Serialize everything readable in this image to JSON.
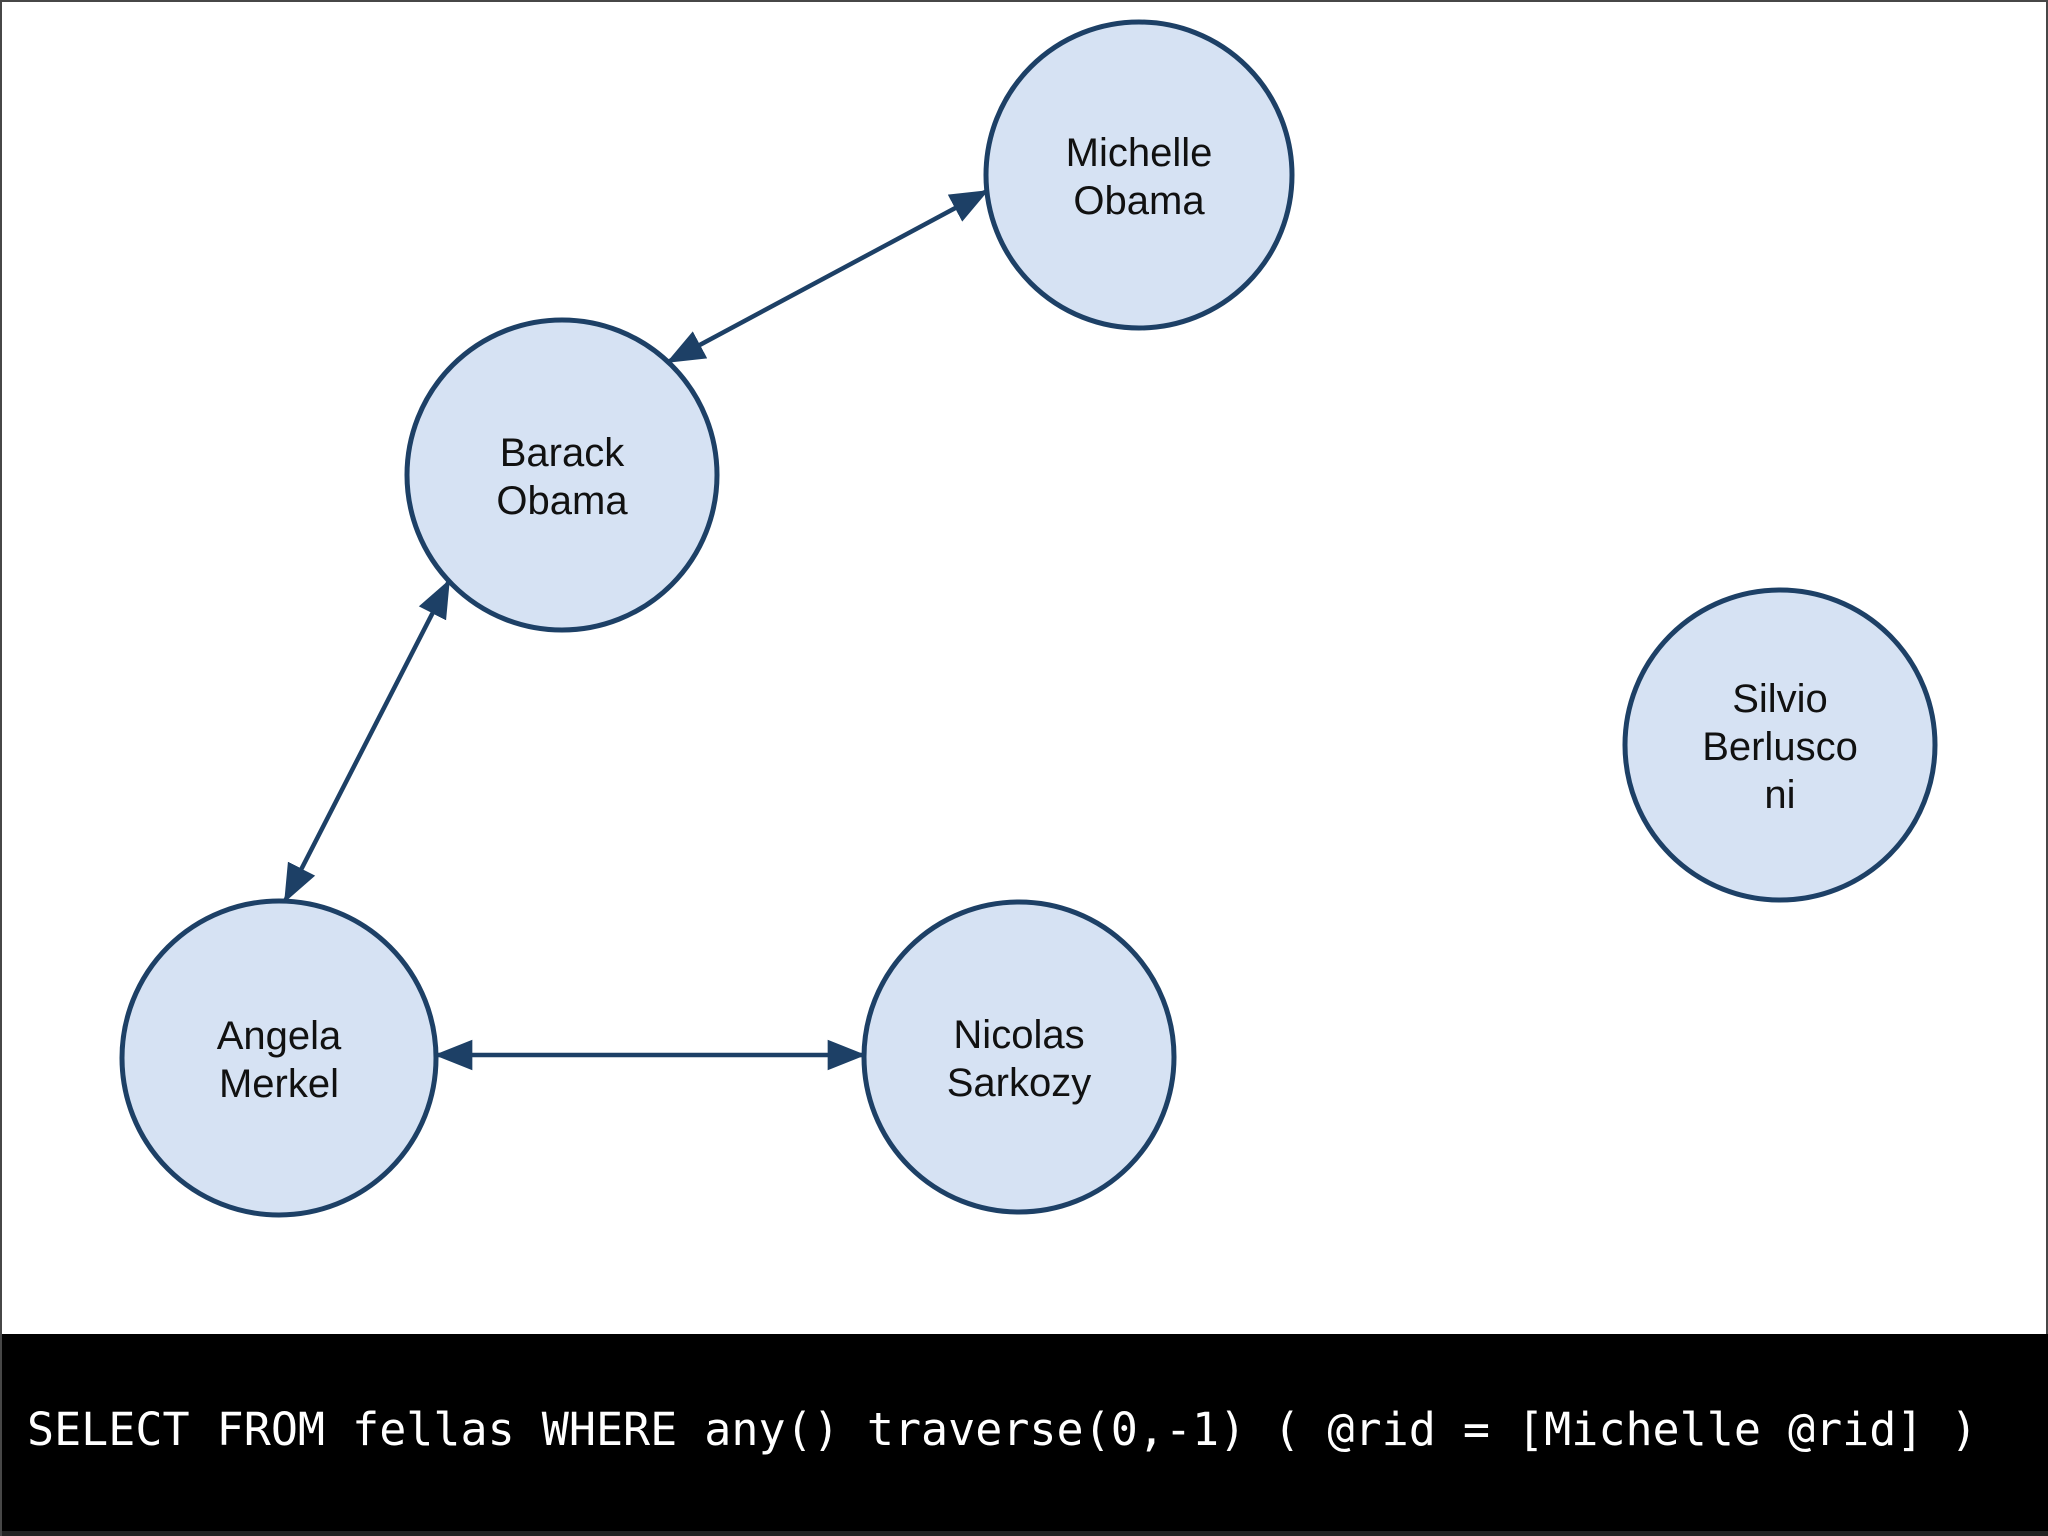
{
  "graph": {
    "nodes": {
      "michelle": {
        "line1": "Michelle",
        "line2": "Obama"
      },
      "barack": {
        "line1": "Barack",
        "line2": "Obama"
      },
      "silvio": {
        "line1": "Silvio",
        "line2": "Berlusco",
        "line3": "ni"
      },
      "angela": {
        "line1": "Angela",
        "line2": "Merkel"
      },
      "nicolas": {
        "line1": "Nicolas",
        "line2": "Sarkozy"
      }
    },
    "edges": [
      {
        "from": "Barack Obama",
        "to": "Michelle Obama",
        "direction": "bidirectional"
      },
      {
        "from": "Angela Merkel",
        "to": "Barack Obama",
        "direction": "bidirectional"
      },
      {
        "from": "Angela Merkel",
        "to": "Nicolas Sarkozy",
        "direction": "bidirectional"
      }
    ],
    "colors": {
      "node_fill": "#d6e2f3",
      "node_stroke": "#1d4066",
      "edge": "#1d4066",
      "label": "#111111"
    }
  },
  "query_bar": {
    "text": "SELECT FROM fellas WHERE any() traverse(0,-1) ( @rid = [Michelle @rid] )",
    "background": "#000000",
    "text_color": "#ffffff"
  }
}
